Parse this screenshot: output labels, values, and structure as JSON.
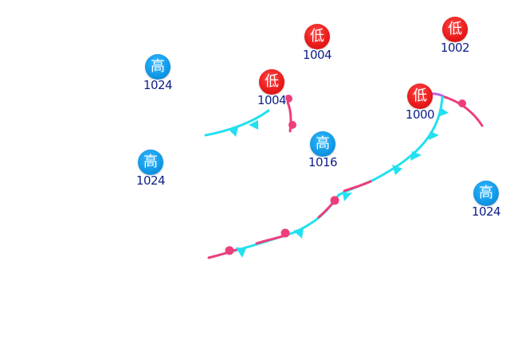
{
  "map": {
    "colors": {
      "background": "#ffffff",
      "high_badge": "#129be8",
      "low_badge": "#ec1c1c",
      "pressure_text": "#0c1f8a",
      "cold_front": "#22e0f0",
      "warm_front": "#ee3d7c",
      "occluded_front": "#c05ee0"
    },
    "centers": [
      {
        "kind": "high",
        "symbol": "高",
        "pressure": "1024"
      },
      {
        "kind": "high",
        "symbol": "高",
        "pressure": "1024"
      },
      {
        "kind": "high",
        "symbol": "高",
        "pressure": "1016"
      },
      {
        "kind": "high",
        "symbol": "高",
        "pressure": "1024"
      },
      {
        "kind": "low",
        "symbol": "低",
        "pressure": "1004"
      },
      {
        "kind": "low",
        "symbol": "低",
        "pressure": "1004"
      },
      {
        "kind": "low",
        "symbol": "低",
        "pressure": "1002"
      },
      {
        "kind": "low",
        "symbol": "低",
        "pressure": "1000"
      }
    ],
    "fronts": [
      {
        "type": "cold"
      },
      {
        "type": "warm"
      },
      {
        "type": "occluded"
      },
      {
        "type": "warm"
      },
      {
        "type": "stationary"
      }
    ]
  }
}
